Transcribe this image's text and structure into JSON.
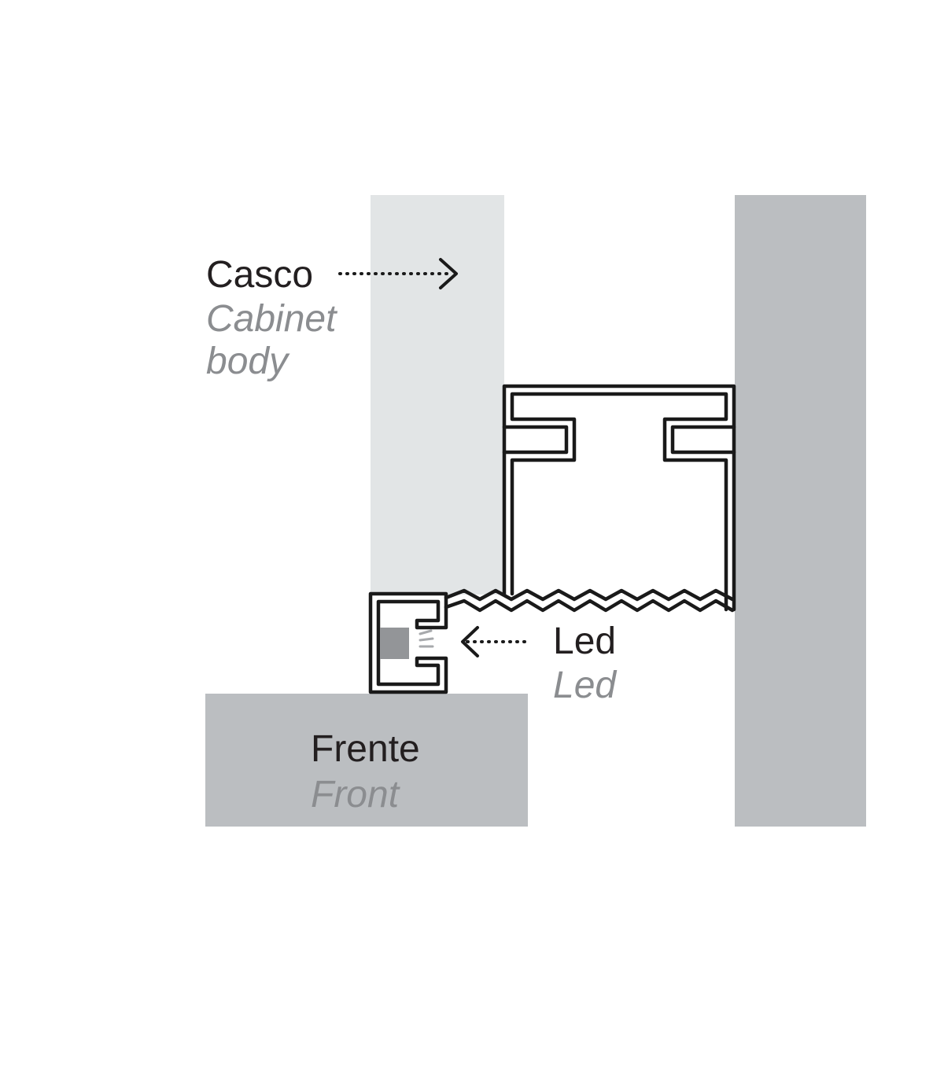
{
  "colors": {
    "cabinet_body_fill": "#e2e5e6",
    "front_fill": "#bbbec1",
    "side_panel_fill": "#bbbec1",
    "profile_stroke": "#1a1a1a",
    "led_fill": "#939598",
    "label_primary": "#231f20",
    "label_translation": "#8b8d90"
  },
  "labels": {
    "casco": {
      "es": "Casco",
      "en_line1": "Cabinet",
      "en_line2": "body"
    },
    "led": {
      "es": "Led",
      "en": "Led"
    },
    "frente": {
      "es": "Frente",
      "en": "Front"
    }
  }
}
